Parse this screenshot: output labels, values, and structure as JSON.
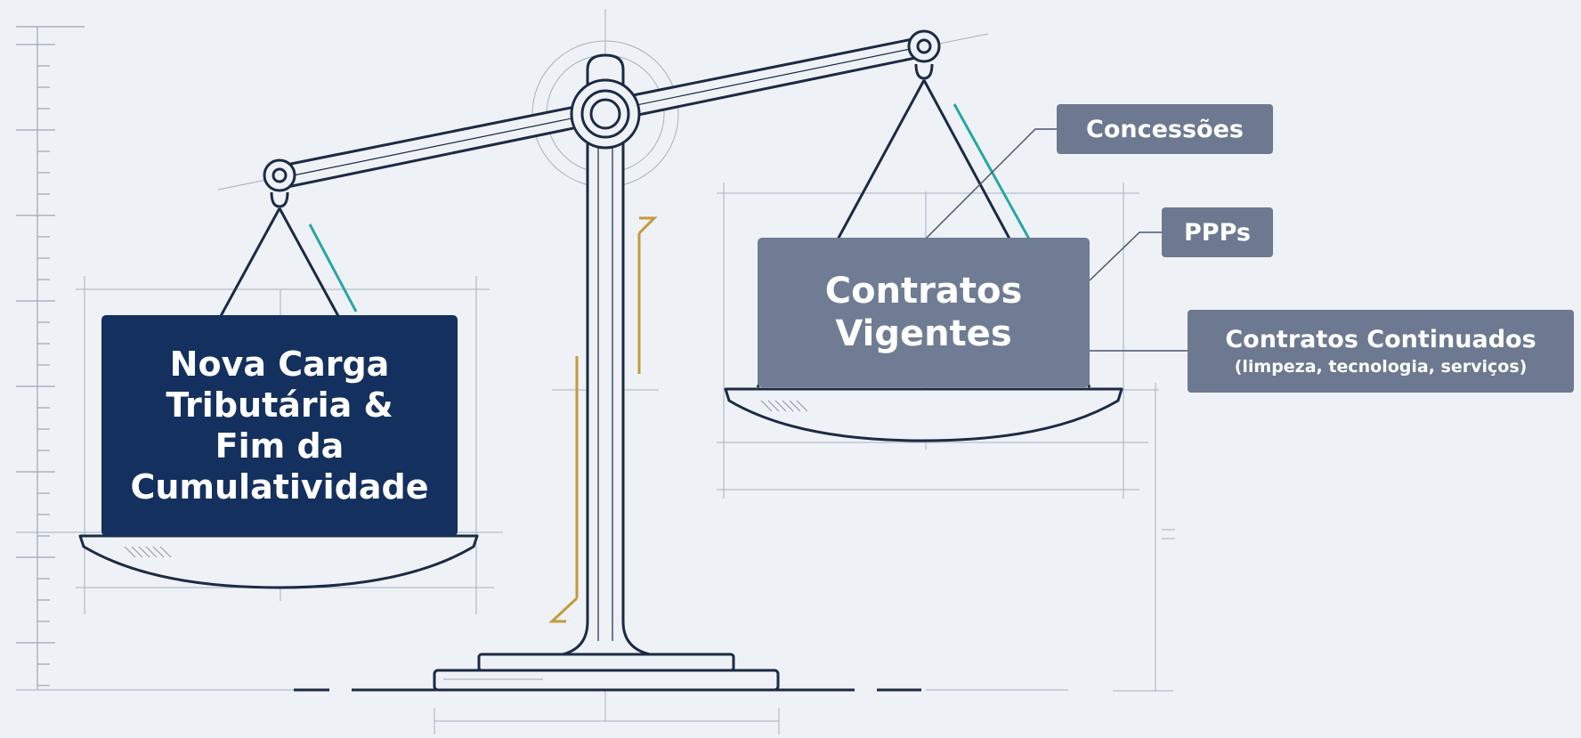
{
  "left_pan": {
    "lines": [
      "Nova Carga",
      "Tributária &",
      "Fim da",
      "Cumulatividade"
    ]
  },
  "right_pan": {
    "lines": [
      "Contratos",
      "Vigentes"
    ]
  },
  "callouts": [
    {
      "label": "Concessões"
    },
    {
      "label": "PPPs"
    },
    {
      "label": "Contratos Continuados",
      "sublabel": "(limpeza, tecnologia, serviços)"
    }
  ],
  "colors": {
    "background": "#eef2f6",
    "heavy_box": "#14305e",
    "light_box": "#6f7c93",
    "callout": "#6c7990",
    "outline": "#1c2a44",
    "accent_teal": "#27a6a6",
    "accent_gold": "#c49a3a"
  }
}
